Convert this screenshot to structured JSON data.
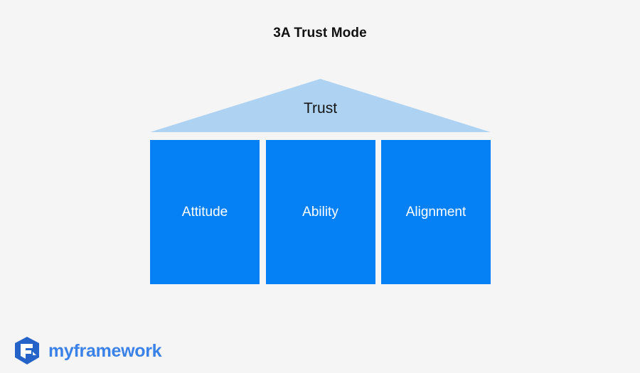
{
  "page": {
    "background_color": "#f5f5f6",
    "title": "3A Trust Mode"
  },
  "diagram": {
    "type": "temple-pillars",
    "roof": {
      "label": "Trust",
      "fill_color": "#aed2f2",
      "text_color": "#141414",
      "icon": "triangle-roof-shape"
    },
    "pillars": [
      {
        "label": "Attitude",
        "fill_color": "#0680f5",
        "text_color": "#ffffff"
      },
      {
        "label": "Ability",
        "fill_color": "#0680f5",
        "text_color": "#ffffff"
      },
      {
        "label": "Alignment",
        "fill_color": "#0680f5",
        "text_color": "#ffffff"
      }
    ]
  },
  "logo": {
    "text": "myframework",
    "icon": "cube-logo-icon",
    "color": "#3b82e8",
    "mark_color": "#2563c9"
  }
}
